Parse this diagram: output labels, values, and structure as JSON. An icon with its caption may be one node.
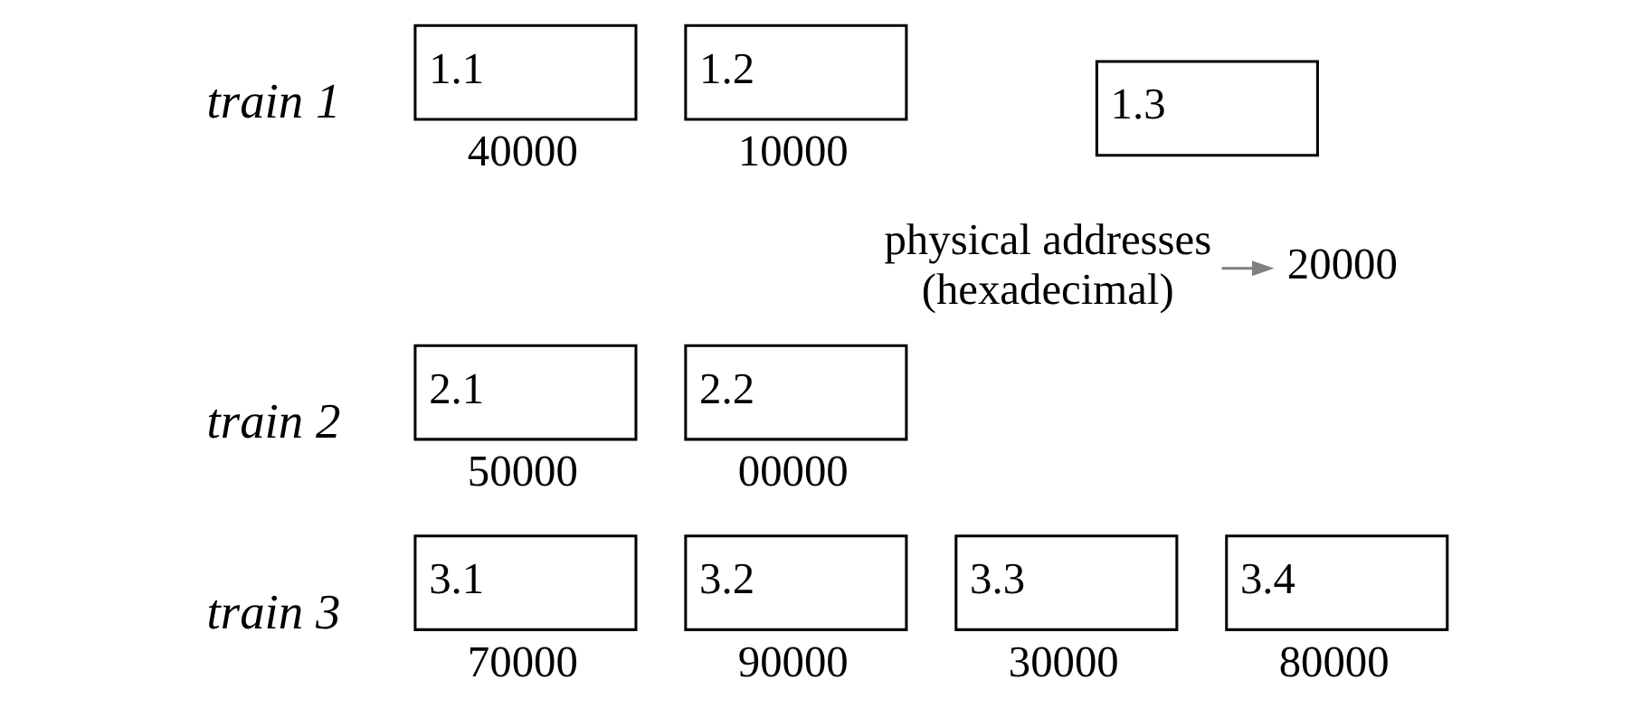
{
  "diagram": {
    "nodes": [
      {
        "text": [
          "1.1"
        ],
        "beside": [
          "40000"
        ]
      },
      {
        "text": [
          "1.2"
        ],
        "beside": [
          "10000"
        ]
      },
      {
        "text": [
          "1.3"
        ]
      },
      {
        "text": [
          "20000"
        ]
      },
      {
        "text": [
          "physical addresses (hexadecimal)"
        ]
      },
      {
        "text": [
          "2.1"
        ],
        "beside": [
          "50000"
        ]
      },
      {
        "text": [
          "2.2"
        ],
        "beside": [
          "00000"
        ]
      },
      {
        "text": [
          "3.1"
        ],
        "beside": [
          "70000"
        ]
      },
      {
        "text": [
          "3.2"
        ],
        "beside": [
          "90000"
        ]
      },
      {
        "text": [
          "3.3"
        ],
        "beside": [
          "30000"
        ]
      },
      {
        "text": [
          "3.4"
        ],
        "beside": [
          "80000"
        ]
      }
    ],
    "edges": [
      {
        "from": 4,
        "to": 3,
        "arrow": "to",
        "color": "#808080"
      }
    ],
    "labels": [
      "train 1",
      "train 2",
      "train 3"
    ]
  }
}
